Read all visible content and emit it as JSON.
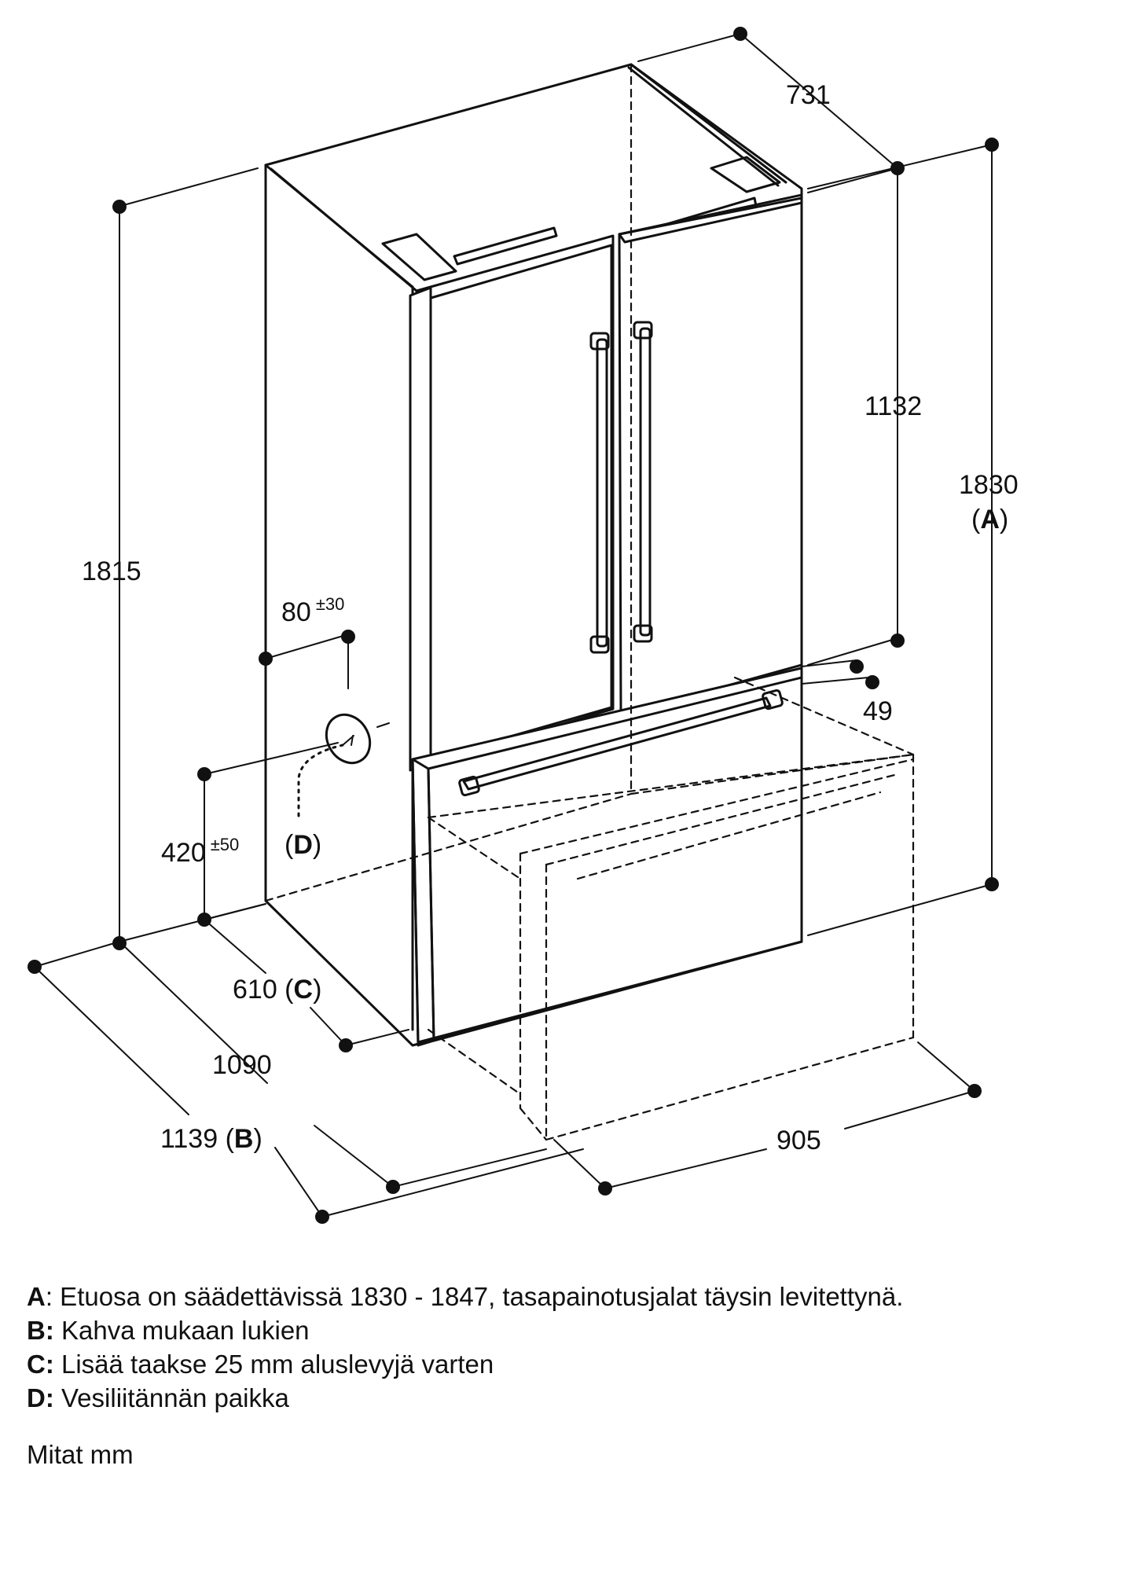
{
  "dimensions": {
    "depth_top": "731",
    "door_height": "1132",
    "front_height_value": "1830",
    "front_height_ref": "A",
    "side_height": "1815",
    "water_offset_value": "80",
    "water_offset_tol": "±30",
    "water_height_value": "420",
    "water_height_tol": "±50",
    "water_ref": "D",
    "handle_depth": "49",
    "cabinet_depth_value": "610",
    "cabinet_depth_ref": "C",
    "depth_doors": "1090",
    "depth_total_value": "1139",
    "depth_total_ref": "B",
    "width": "905"
  },
  "notes": [
    {
      "key": "A",
      "sep": ":",
      "text": " Etuosa on säädettävissä 1830 - 1847, tasapainotusjalat täysin levitettynä."
    },
    {
      "key": "B:",
      "sep": "",
      "text": " Kahva mukaan lukien"
    },
    {
      "key": "C:",
      "sep": "",
      "text": " Lisää taakse 25 mm aluslevyjä varten"
    },
    {
      "key": "D:",
      "sep": "",
      "text": " Vesiliitännän paikka"
    }
  ],
  "units_note": "Mitat mm"
}
